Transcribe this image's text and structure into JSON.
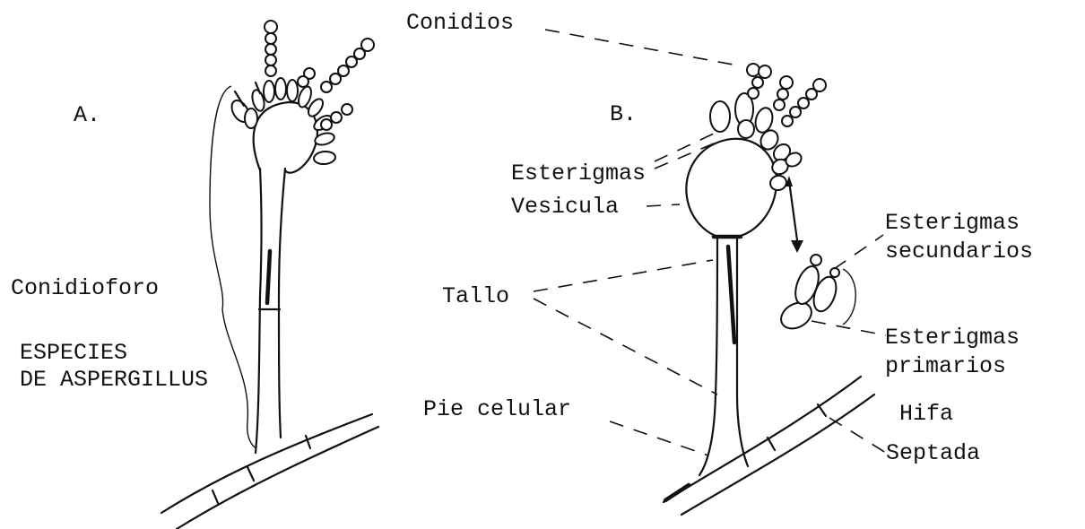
{
  "figure_a": {
    "panel_label": "A.",
    "conidiophore_label": "Conidioforo",
    "species_label_line1": "ESPECIES",
    "species_label_line2": "DE ASPERGILLUS"
  },
  "figure_b": {
    "panel_label": "B.",
    "labels": {
      "conidia": "Conidios",
      "sterigmata": "Esterigmas",
      "vesicle": "Vesicula",
      "stalk": "Tallo",
      "foot_cell": "Pie celular",
      "secondary_sterigmata_line1": "Esterigmas",
      "secondary_sterigmata_line2": "secundarios",
      "primary_sterigmata_line1": "Esterigmas",
      "primary_sterigmata_line2": "primarios",
      "hypha_line1": "Hifa",
      "hypha_line2": "Septada"
    }
  }
}
